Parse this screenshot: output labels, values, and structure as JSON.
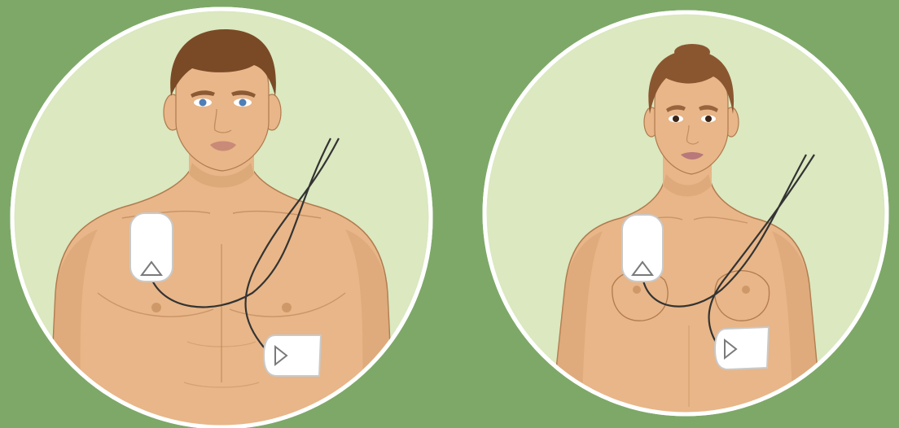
{
  "colors": {
    "background": "#7ea868",
    "circle_fill": "#dbe8c0",
    "circle_border": "#ffffff",
    "skin": "#e8b688",
    "skin_shadow": "#cf9868",
    "skin_outline": "#b07a4e",
    "hair_male": "#7a4a26",
    "hair_female": "#8a5630",
    "lips_male": "#c98a78",
    "lips_female": "#b9787a",
    "eyes_male": "#4f7fb8",
    "eyes_female": "#3a2418",
    "pad_fill": "#ffffff",
    "pad_outline": "#c9c9c9",
    "pad_symbol": "#7a7a7a",
    "wire": "#333333"
  },
  "panels": [
    {
      "id": "male",
      "subject": "male-figure",
      "pads": [
        "pad-upper-right-chest",
        "pad-lower-left-side"
      ]
    },
    {
      "id": "female",
      "subject": "female-figure",
      "pads": [
        "pad-upper-right-chest",
        "pad-lower-left-side"
      ]
    }
  ]
}
